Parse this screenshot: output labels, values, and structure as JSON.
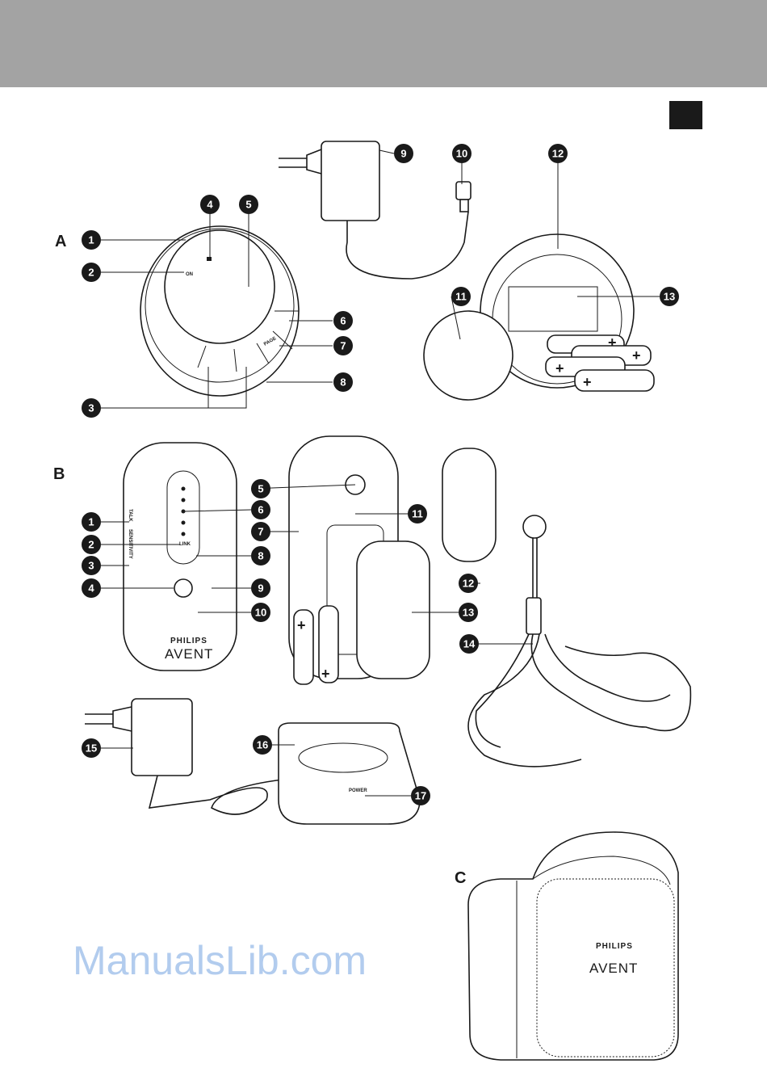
{
  "sections": {
    "a": "A",
    "b": "B",
    "c": "C"
  },
  "figure_a": {
    "callouts": [
      "1",
      "2",
      "3",
      "4",
      "5",
      "6",
      "7",
      "8",
      "9",
      "10",
      "11",
      "12",
      "13"
    ],
    "labels": {
      "on": "ON",
      "page": "PAGE"
    }
  },
  "figure_b": {
    "callouts": [
      "1",
      "2",
      "3",
      "4",
      "5",
      "6",
      "7",
      "8",
      "9",
      "10",
      "11",
      "12",
      "13",
      "14",
      "15",
      "16",
      "17"
    ],
    "labels": {
      "talk": "TALK",
      "sensitivity": "SENSITIVITY",
      "link": "LINK",
      "brand_top": "PHILIPS",
      "brand_bottom": "AVENT",
      "power": "POWER"
    }
  },
  "figure_c": {
    "brand_top": "PHILIPS",
    "brand_bottom": "AVENT"
  },
  "watermark": "ManualsLib.com",
  "colors": {
    "header_band": "#a3a3a3",
    "callout": "#1a1a1a",
    "watermark": "#9fc0ea"
  }
}
